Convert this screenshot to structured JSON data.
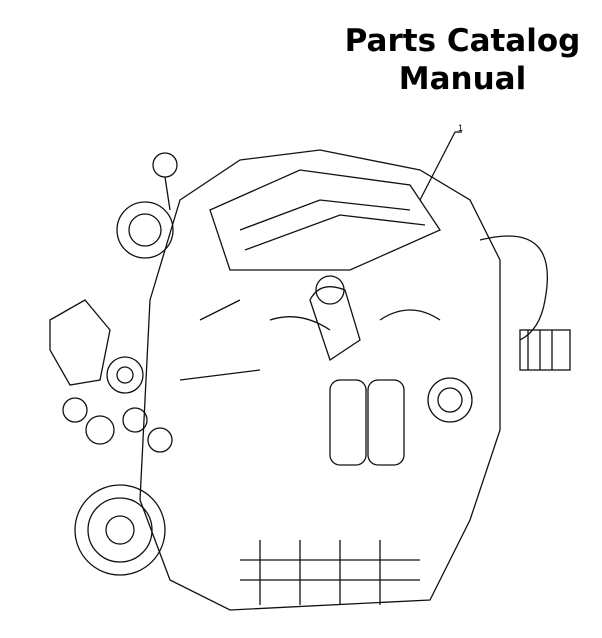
{
  "document": {
    "title_line1": "Parts Catalog",
    "title_line2": "Manual",
    "callout_number": "1",
    "illustration": "engine-drawing"
  }
}
